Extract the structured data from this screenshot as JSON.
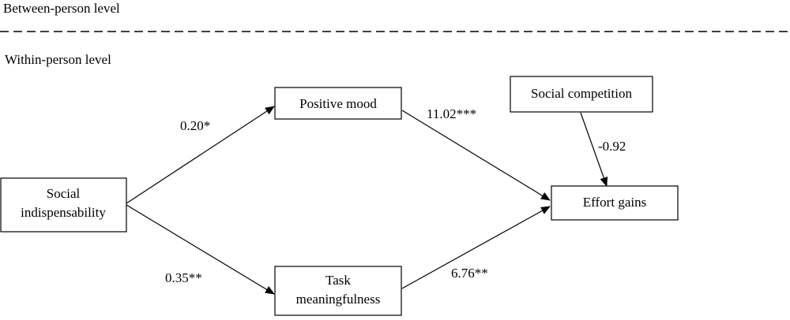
{
  "levels": {
    "between": "Between-person level",
    "within": "Within-person level"
  },
  "nodes": {
    "social_indispensability": [
      "Social",
      "indispensability"
    ],
    "positive_mood": [
      "Positive mood"
    ],
    "task_meaningfulness": [
      "Task",
      "meaningfulness"
    ],
    "effort_gains": [
      "Effort gains"
    ],
    "social_competition": [
      "Social competition"
    ]
  },
  "paths": {
    "si_to_pm": "0.20*",
    "si_to_tm": "0.35**",
    "pm_to_eg": "11.02***",
    "tm_to_eg": "6.76**",
    "sc_to_eg": "-0.92"
  }
}
